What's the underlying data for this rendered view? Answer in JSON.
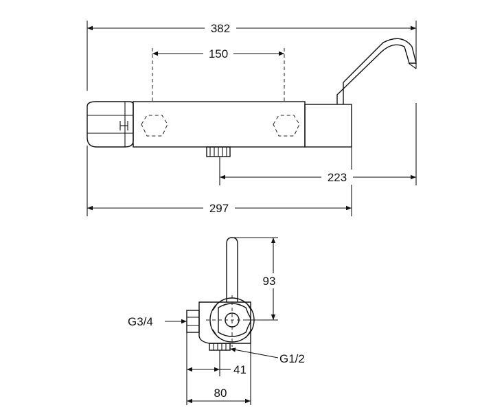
{
  "dimensions": {
    "overall_length": "382",
    "inlet_spacing": "150",
    "spout_offset": "223",
    "body_length": "297",
    "spout_height": "93",
    "inlet_thread": "G3/4",
    "outlet_thread": "G1/2",
    "outlet_offset": "41",
    "body_depth": "80"
  },
  "colors": {
    "line": "#111111",
    "background": "#ffffff"
  }
}
